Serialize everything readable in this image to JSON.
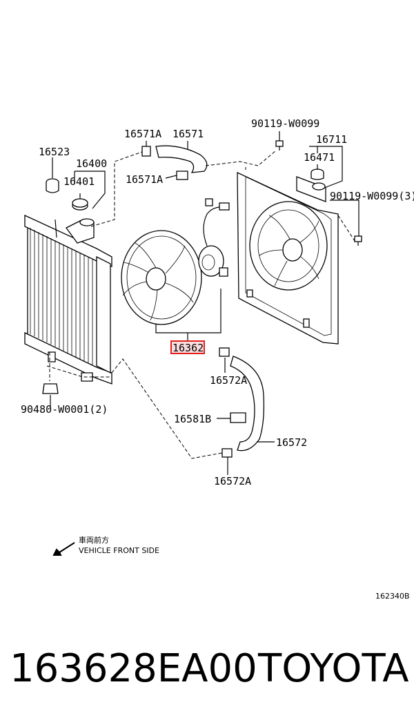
{
  "diagram": {
    "callouts": {
      "p16523": "16523",
      "p16400": "16400",
      "p16401": "16401",
      "p16571A_top": "16571A",
      "p16571": "16571",
      "p16571A_mid": "16571A",
      "p90119_top": "90119-W0099",
      "p16711": "16711",
      "p16471": "16471",
      "p90119_right": "90119-W0099(3)",
      "p16362": "16362",
      "p16572A_top": "16572A",
      "p90480": "90480-W0001(2)",
      "p16581B": "16581B",
      "p16572": "16572",
      "p16572A_bottom": "16572A"
    },
    "direction_jp": "車両前方",
    "direction_en": "VEHICLE FRONT SIDE",
    "figure_id": "162340B",
    "highlight_color": "#e0201f"
  },
  "footer": {
    "part_number": "163628EA00",
    "brand": "TOYOTA"
  }
}
